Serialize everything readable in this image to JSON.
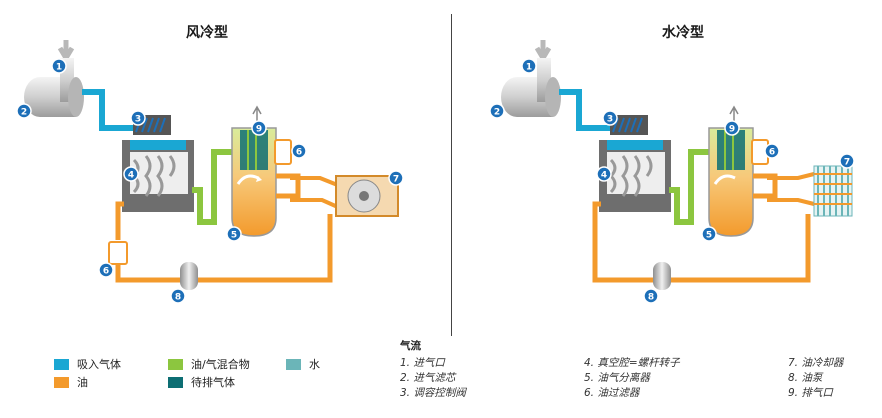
{
  "titles": {
    "left": "风冷型",
    "right": "水冷型"
  },
  "legend": [
    {
      "label": "吸入气体",
      "color": "#1aa7d3"
    },
    {
      "label": "油",
      "color": "#f39a2c"
    },
    {
      "label": "油/气混合物",
      "color": "#8cc63f"
    },
    {
      "label": "待排气体",
      "color": "#0d6e73"
    },
    {
      "label": "水",
      "color": "#6bb5b8"
    }
  ],
  "notes": {
    "title": "气流",
    "col1": [
      "1. 进气口",
      "2. 进气滤芯",
      "3. 调容控制阀"
    ],
    "col2": [
      "4. 真空腔=螺杆转子",
      "5. 油气分离器",
      "6. 油过滤器"
    ],
    "col3": [
      "7. 油冷却器",
      "8. 油泵",
      "9. 排气口"
    ]
  },
  "badges": [
    "1",
    "2",
    "3",
    "4",
    "5",
    "6",
    "7",
    "8",
    "9"
  ]
}
